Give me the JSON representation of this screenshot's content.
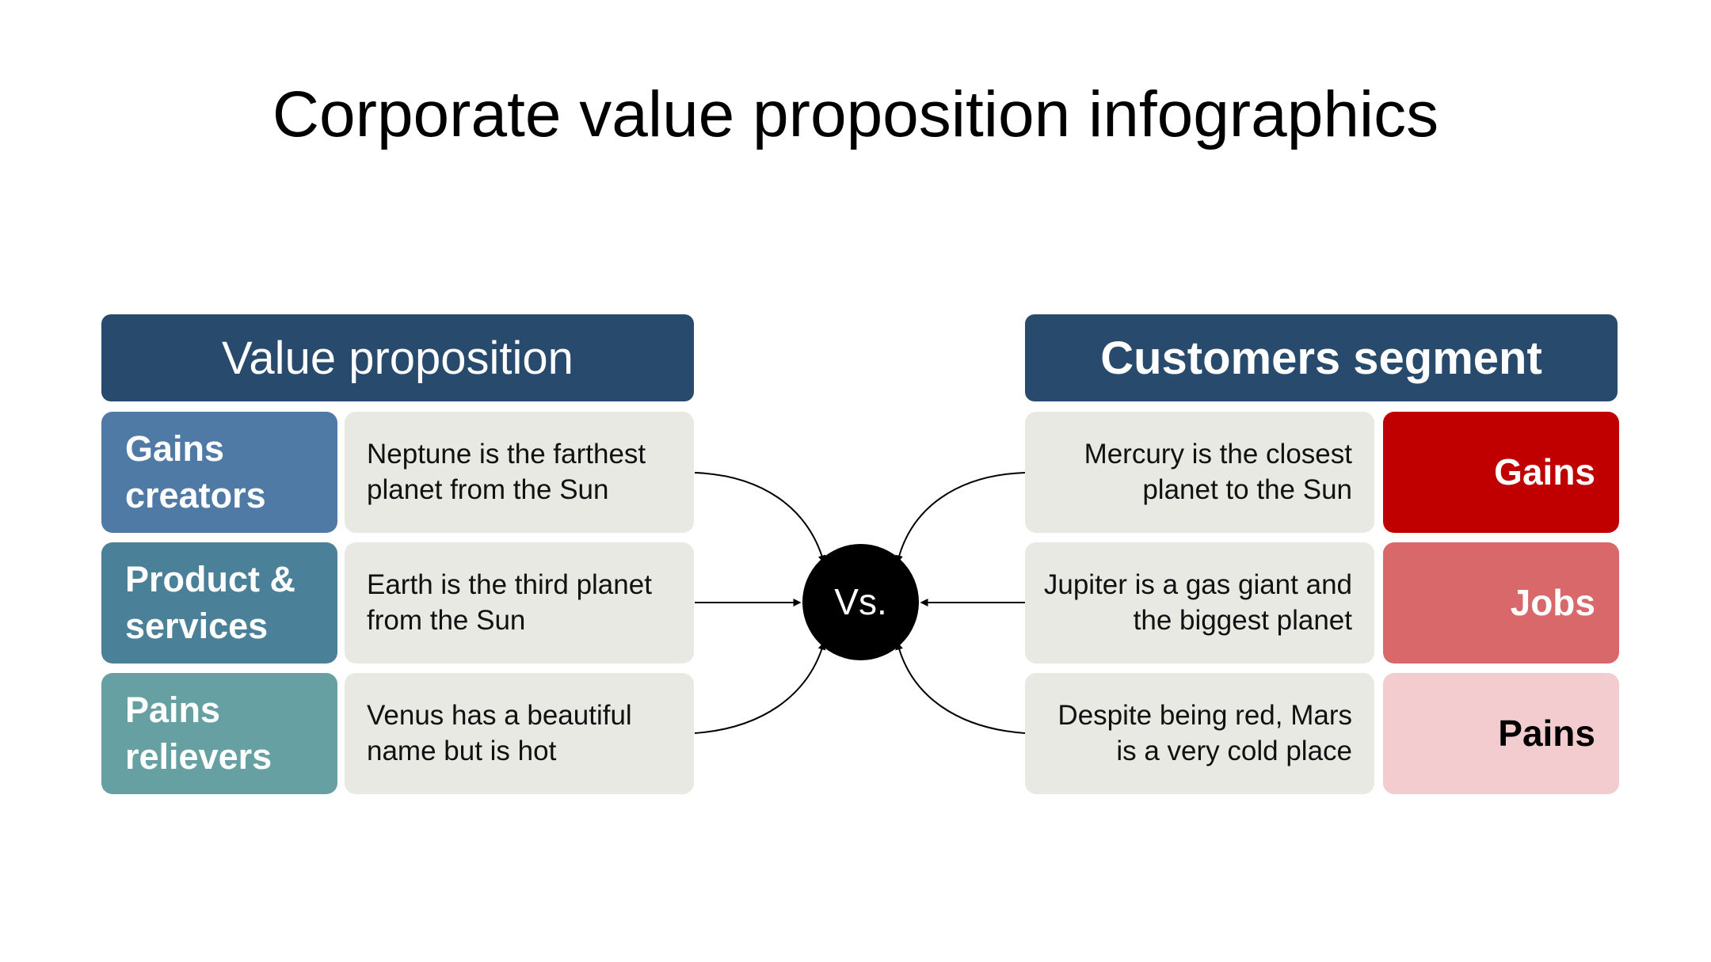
{
  "title": "Corporate value proposition infographics",
  "colors": {
    "navy": "#284a6c",
    "gains_creators": "#4e7aa5",
    "product_services": "#4a8199",
    "pains_relievers": "#66a0a2",
    "gains": "#c00000",
    "jobs": "#d9686a",
    "pains": "#f2ccce",
    "card": "#e8e9e3"
  },
  "left": {
    "header": "Value proposition",
    "rows": [
      {
        "label": "Gains creators",
        "text": "Neptune is the farthest planet from the Sun"
      },
      {
        "label": "Product & services",
        "text": "Earth is the third planet from the Sun"
      },
      {
        "label": "Pains relievers",
        "text": "Venus has a beautiful name but is hot"
      }
    ]
  },
  "right": {
    "header": "Customers segment",
    "rows": [
      {
        "label": "Gains",
        "text": "Mercury is the closest planet to the Sun"
      },
      {
        "label": "Jobs",
        "text": "Jupiter is a gas giant and the biggest planet"
      },
      {
        "label": "Pains",
        "text": "Despite being red, Mars is a very cold place"
      }
    ]
  },
  "center": {
    "label": "Vs."
  }
}
